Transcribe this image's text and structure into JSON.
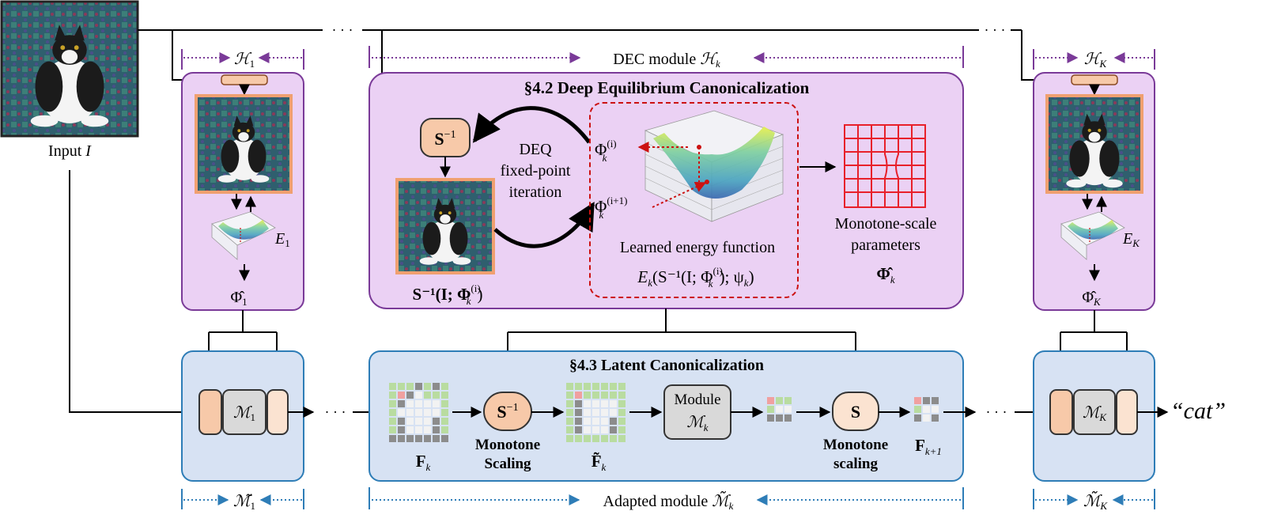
{
  "input": {
    "label_text": "Input",
    "label_var": "I"
  },
  "dec_first": {
    "top_label": "ℋ",
    "top_sub": "1",
    "energy": "E",
    "energy_sub": "1",
    "phi": "Φ̂",
    "phi_sub": "1"
  },
  "dec_last": {
    "top_label": "ℋ",
    "top_sub": "K",
    "energy": "E",
    "energy_sub": "K",
    "phi": "Φ̂",
    "phi_sub": "K"
  },
  "dec_main": {
    "header_text": "DEC module",
    "header_var": "ℋ",
    "header_sub": "k",
    "title": "§4.2  Deep Equilibrium Canonicalization",
    "sinv": "S",
    "sinv_sup": "−1",
    "deq_lines": [
      "DEQ",
      "fixed-point",
      "iteration"
    ],
    "warped_caption": "S⁻¹(I; Φ",
    "warped_caption_sup": "(i)",
    "warped_caption_sub": "k",
    "warped_caption_end": ")",
    "phi_i": "Φ",
    "phi_i_sup": "(i)",
    "phi_i_sub": "k",
    "phi_i1_sup": "(i+1)",
    "energy_title": "Learned energy function",
    "energy_formula_a": "E",
    "energy_formula_b": "(S⁻¹(I; Φ",
    "energy_formula_c": "); ψ",
    "energy_formula_d": ")",
    "monotone_lines": [
      "Monotone-scale",
      "parameters"
    ],
    "phi_hat": "Φ̂",
    "phi_hat_sub": "k"
  },
  "latent": {
    "title": "§4.3  Latent Canonicalization",
    "f_k": "F",
    "f_k_sub": "k",
    "sinv": "S",
    "sinv_sup": "−1",
    "scale1_lines": [
      "Monotone",
      "Scaling"
    ],
    "f_tilde": "F̃",
    "module_line1": "Module",
    "module_var": "ℳ",
    "module_sub": "k",
    "s": "S",
    "scale2_lines": [
      "Monotone",
      "scaling"
    ],
    "f_next": "F",
    "f_next_sub": "k+1"
  },
  "m_first": {
    "var": "ℳ",
    "sub": "1",
    "bottom_var": "ℳ̃",
    "bottom_sub": "1"
  },
  "m_last": {
    "var": "ℳ",
    "sub": "K",
    "bottom_var": "ℳ̃",
    "bottom_sub": "K"
  },
  "adapted": {
    "text": "Adapted module",
    "var": "ℳ̃",
    "sub": "k"
  },
  "output": "“cat”",
  "ellipsis": "· · ·",
  "colors": {
    "dec_fill": "#ebd1f4",
    "dec_stroke": "#7a3a98",
    "latent_fill": "#d7e2f3",
    "latent_stroke": "#2e7db7",
    "orange_fill": "#f7c9a9",
    "orange_stroke": "#8a4a24",
    "grey_fill": "#d9d9d9",
    "red": "#cc1111",
    "purple_arrow": "#7a3a98",
    "blue_arrow": "#2e7db7"
  }
}
